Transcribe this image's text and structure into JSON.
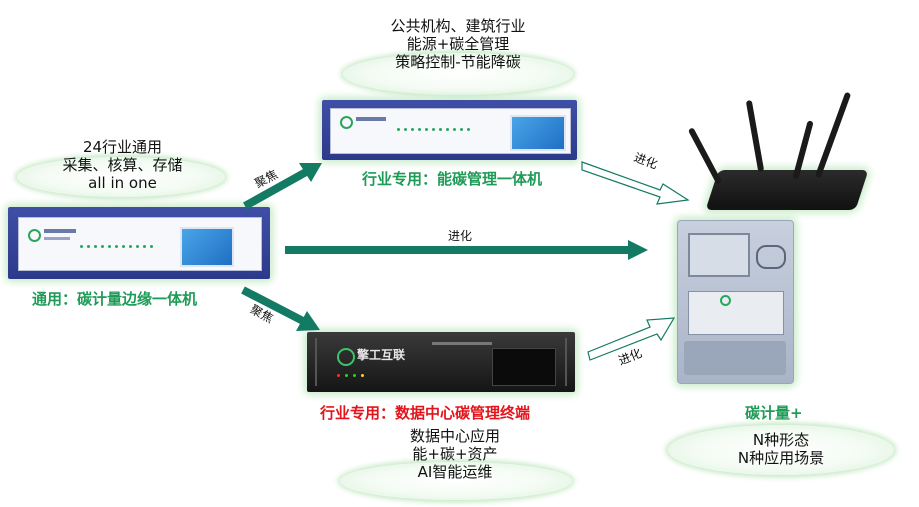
{
  "top": {
    "lines": [
      "公共机构、建筑行业",
      "能源+碳全管理",
      "策略控制-节能降碳"
    ],
    "caption": "行业专用：能碳管理一体机"
  },
  "left": {
    "lines": [
      "24行业通用",
      "采集、核算、存储",
      "all in one"
    ],
    "caption": "通用：碳计量边缘一体机"
  },
  "bottom": {
    "caption": "行业专用：数据中心碳管理终端",
    "lines": [
      "数据中心应用",
      "能+碳+资产",
      "AI智能运维"
    ],
    "brand": "擎工互联"
  },
  "right": {
    "caption": "碳计量+",
    "lines": [
      "N种形态",
      "N种应用场景"
    ]
  },
  "arrows": {
    "to_top": "聚焦",
    "to_right_top": "进化",
    "to_right_mid": "进化",
    "to_bottom": "聚焦",
    "to_right_bottom": "进化"
  },
  "colors": {
    "green_text": "#1e9b57",
    "red_text": "#e3141b",
    "arrow_green": "#137a63",
    "rack_blue": "#2c3a8b"
  }
}
